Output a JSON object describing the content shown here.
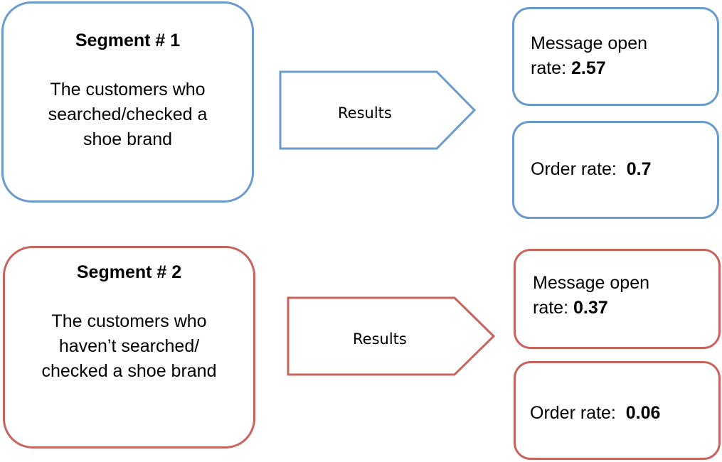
{
  "colors": {
    "segment1": "#6a9bcc",
    "segment2": "#c8635e"
  },
  "segments": [
    {
      "title": "Segment # 1",
      "description_lines": [
        "The customers who",
        "searched/checked a",
        "shoe brand"
      ],
      "arrow_label": "Results",
      "results": [
        {
          "label_lines": [
            "Message open",
            "rate: "
          ],
          "value": "2.57"
        },
        {
          "label_lines": [
            "Order rate:  "
          ],
          "value": "0.7"
        }
      ]
    },
    {
      "title": "Segment # 2",
      "description_lines": [
        "The customers who",
        "haven’t searched/",
        "checked a shoe brand"
      ],
      "arrow_label": "Results",
      "results": [
        {
          "label_lines": [
            "Message open",
            "rate: "
          ],
          "value": "0.37"
        },
        {
          "label_lines": [
            "Order rate:  "
          ],
          "value": "0.06"
        }
      ]
    }
  ]
}
